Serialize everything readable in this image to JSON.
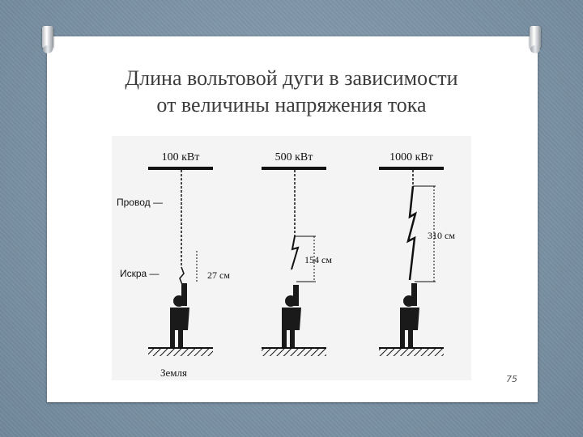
{
  "slide": {
    "title_line1": "Длина вольтовой дуги в зависимости",
    "title_line2": "от величины напряжения тока",
    "slide_number": "75"
  },
  "diagram": {
    "panels": [
      {
        "power": "100 кВт",
        "gap": "27 см"
      },
      {
        "power": "500 кВт",
        "gap": "154 см"
      },
      {
        "power": "1000 кВт",
        "gap": "310 см"
      }
    ],
    "label_wire": "Провод —",
    "label_spark": "Искра —",
    "label_ground": "Земля"
  },
  "colors": {
    "background": "#7f97aa",
    "card": "#ffffff",
    "ink": "#111111"
  }
}
